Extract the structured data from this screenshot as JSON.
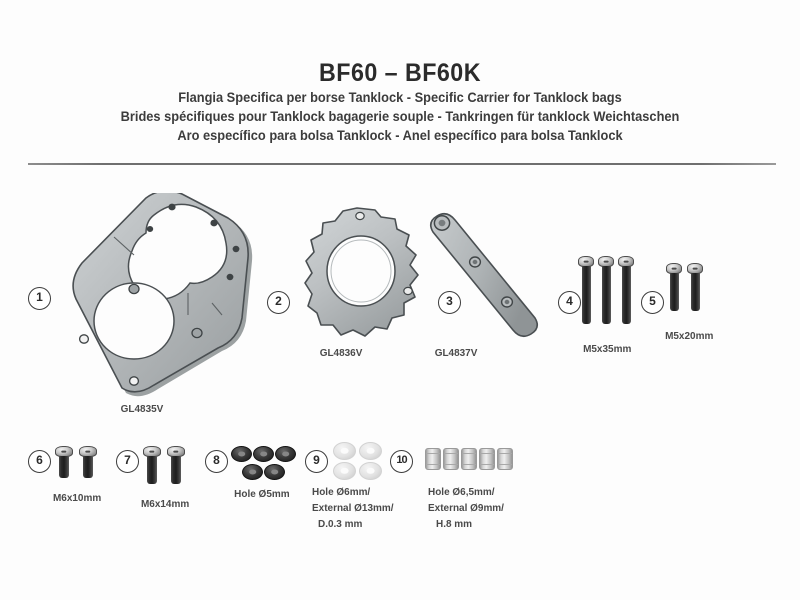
{
  "document": {
    "title": "BF60 – BF60K",
    "subtitle_lines": [
      "Flangia Specifica per borse Tanklock - Specific Carrier for Tanklock bags",
      "Brides spécifiques pour Tanklock bagagerie souple - Tankringen für tanklock Weichtaschen",
      "Aro específico para bolsa Tanklock - Anel específico para bolsa Tanklock"
    ]
  },
  "parts": [
    {
      "number": "1",
      "code": "GL4835V",
      "icon": "bracket-plate-icon"
    },
    {
      "number": "2",
      "code": "GL4836V",
      "icon": "toothed-ring-icon"
    },
    {
      "number": "3",
      "code": "GL4837V",
      "icon": "bar-link-icon"
    },
    {
      "number": "4",
      "code": "M5x35mm",
      "icon": "screw-icon",
      "quantity": 3
    },
    {
      "number": "5",
      "code": "M5x20mm",
      "icon": "screw-icon",
      "quantity": 2
    },
    {
      "number": "6",
      "code": "M6x10mm",
      "icon": "screw-icon",
      "quantity": 2
    },
    {
      "number": "7",
      "code": "M6x14mm",
      "icon": "screw-icon",
      "quantity": 2
    },
    {
      "number": "8",
      "code": "Hole Ø5mm",
      "icon": "dark-washer-icon",
      "quantity": 5
    },
    {
      "number": "9",
      "code": "Hole Ø6mm/\nExternal Ø13mm/\nD.0.3 mm",
      "code_lines": [
        "Hole Ø6mm/",
        "External Ø13mm/",
        "D.0.3 mm"
      ],
      "icon": "light-washer-icon",
      "quantity": 4
    },
    {
      "number": "10",
      "code": "Hole Ø6,5mm/\nExternal Ø9mm/\nH.8 mm",
      "code_lines": [
        "Hole Ø6,5mm/",
        "External Ø9mm/",
        "H.8 mm"
      ],
      "icon": "spacer-icon",
      "quantity": 5
    }
  ],
  "colors": {
    "background": "#fdfdfd",
    "text": "#3a3a3a",
    "title": "#2b2b2b",
    "metal_light": "#c8ccce",
    "metal_mid": "#a8adaf",
    "metal_dark": "#7d8284",
    "outline": "#4a4f52",
    "screw_dark": "#1d1d1d",
    "divider": "#6f6f6f"
  }
}
